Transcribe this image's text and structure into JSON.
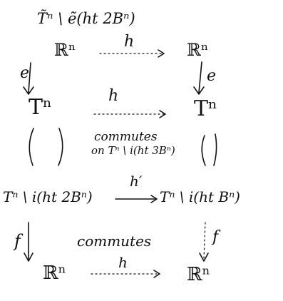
{
  "diagram": {
    "header_text": "T̃ⁿ \\ ẽ(ht 2Bⁿ)",
    "nodes": {
      "top_left": "ℝⁿ",
      "top_right": "ℝⁿ",
      "torus_left": "Tⁿ",
      "torus_right": "Tⁿ",
      "mid_left": "Tⁿ \\ i(ht 2Bⁿ)",
      "mid_right": "Tⁿ \\ i(ht Bⁿ)",
      "bottom_left": "ℝⁿ",
      "bottom_right": "ℝⁿ"
    },
    "arrows": {
      "h_top": "h",
      "e_left": "e",
      "e_right": "e",
      "h_torus": "h",
      "h_prime": "h′",
      "f_left": "f",
      "f_right": "f",
      "h_bottom": "h"
    },
    "annotations": {
      "commutes_upper_line1": "commutes",
      "commutes_upper_line2": "on Tⁿ \\ i(ht 3Bⁿ)",
      "commutes_lower": "commutes"
    }
  }
}
